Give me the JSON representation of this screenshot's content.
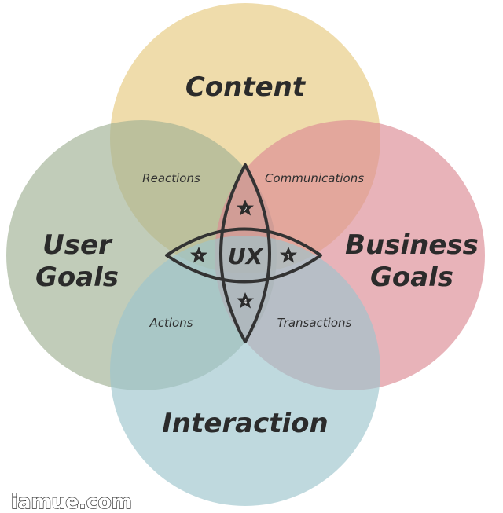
{
  "circles": {
    "content": {
      "label": "Content",
      "color": "#e7c97e"
    },
    "user_goals": {
      "line1": "User",
      "line2": "Goals",
      "color": "#9fb093"
    },
    "business_goals": {
      "line1": "Business",
      "line2": "Goals",
      "color": "#dc8a93"
    },
    "interaction": {
      "label": "Interaction",
      "color": "#9dc4cc"
    }
  },
  "overlaps": {
    "reactions": "Reactions",
    "communications": "Communications",
    "actions": "Actions",
    "transactions": "Transactions"
  },
  "center": {
    "label": "UX"
  },
  "stars": [
    "1",
    "2",
    "3",
    "4"
  ],
  "watermark": "iamue.com"
}
